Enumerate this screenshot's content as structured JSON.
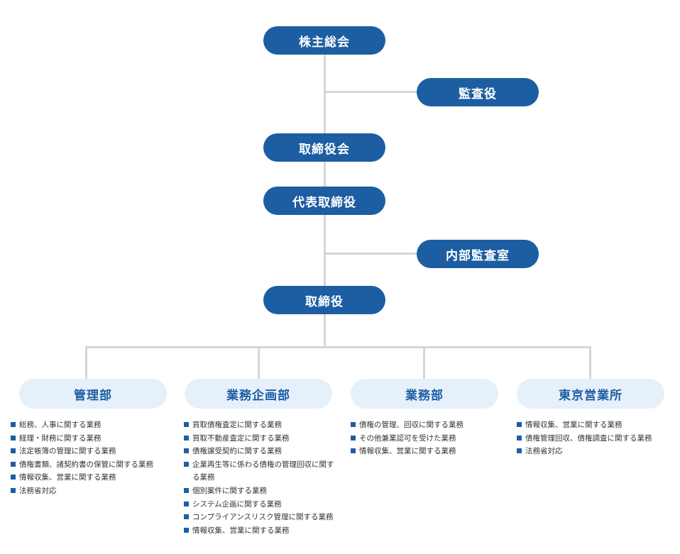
{
  "nodes": {
    "shareholders_meeting": "株主総会",
    "auditor": "監査役",
    "board_of_directors": "取締役会",
    "representative_director": "代表取締役",
    "internal_audit_office": "内部監査室",
    "director": "取締役"
  },
  "departments": [
    {
      "name": "管理部",
      "duties": [
        "総務、人事に関する業務",
        "経理・財務に関する業務",
        "法定帳簿の管理に関する業務",
        "債権書類、諸契約書の保管に関する業務",
        "情報収集、営業に関する業務",
        "法務省対応"
      ]
    },
    {
      "name": "業務企画部",
      "duties": [
        "買取債権査定に関する業務",
        "買取不動産査定に関する業務",
        "債権譲受契約に関する業務",
        "企業再生等に係わる債権の管理回収に関する業務",
        "個別案件に関する業務",
        "システム企画に関する業務",
        "コンプライアンスリスク管理に関する業務",
        "情報収集、営業に関する業務"
      ]
    },
    {
      "name": "業務部",
      "duties": [
        "債権の管理、回収に関する業務",
        "その他兼業認可を受けた業務",
        "情報収集、営業に関する業務"
      ]
    },
    {
      "name": "東京営業所",
      "duties": [
        "情報収集、営業に関する業務",
        "債権管理回収、債権調査に関する業務",
        "法務省対応"
      ]
    }
  ],
  "colors": {
    "node_fill": "#1d5ea2",
    "dept_fill": "#e6f0fb",
    "dept_text": "#1d5ea2",
    "connector": "#d6d6d6",
    "bullet": "#1d5ea2"
  }
}
